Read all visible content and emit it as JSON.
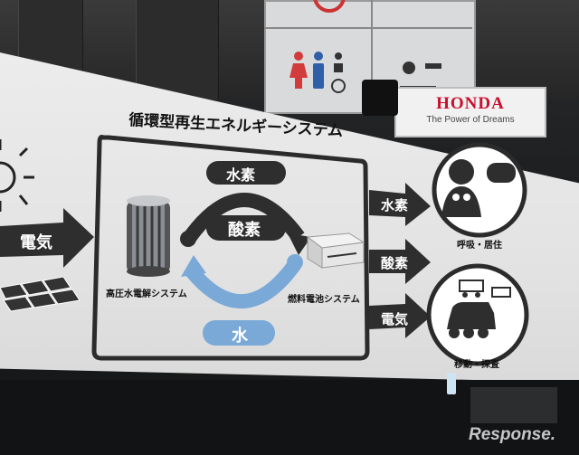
{
  "slide": {
    "title": "循環型再生エネルギーシステム",
    "left_input": "電気",
    "cycle_top": "水素",
    "cycle_middle": "酸素",
    "cycle_bottom": "水",
    "electrolyzer_label": "高圧水電解システム",
    "fuel_cell_label": "燃料電池システム",
    "output_arrows": [
      "水素",
      "酸素",
      "電気"
    ],
    "outputs": [
      "呼吸・居住",
      "移動・探査"
    ]
  },
  "branding": {
    "logo": "HONDA",
    "tagline": "The Power of Dreams",
    "watermark": "Response."
  },
  "colors": {
    "honda_red": "#c8102e",
    "cycle_blue": "#7aa9d8",
    "dark_arrow": "#2e2e2e"
  }
}
